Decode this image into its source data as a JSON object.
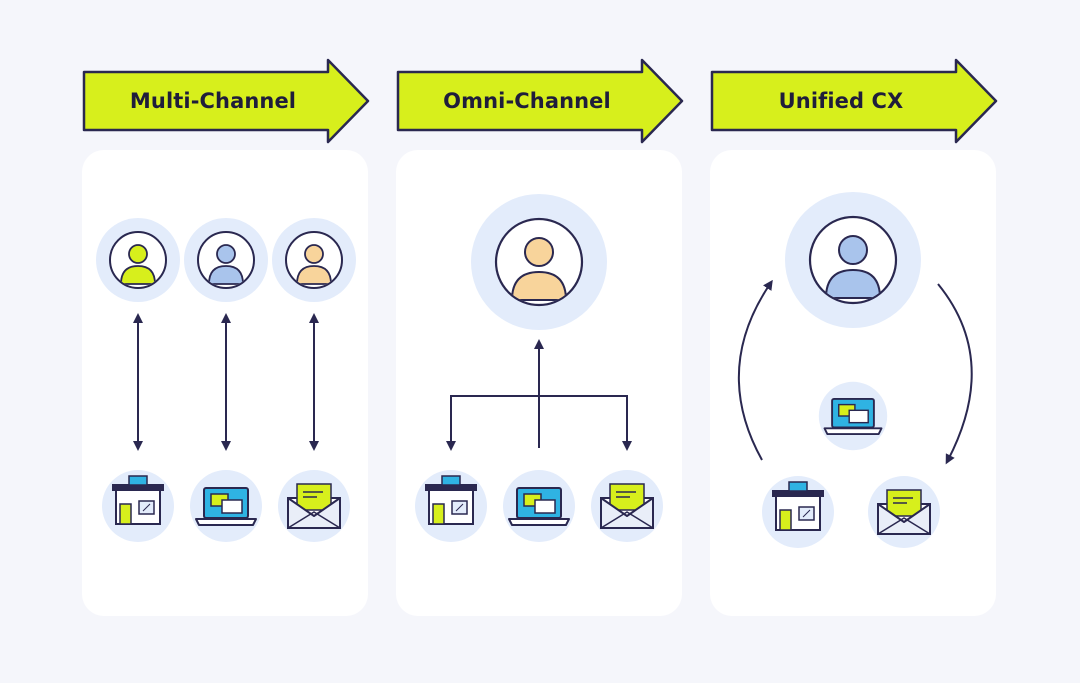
{
  "stages": [
    {
      "title": "Multi-Channel"
    },
    {
      "title": "Omni-Channel"
    },
    {
      "title": "Unified CX"
    }
  ],
  "colors": {
    "background": "#f5f6fb",
    "banner_fill": "#d7ef1c",
    "ink": "#2a2850",
    "halo": "#e3ecfb",
    "customer_green": "#d7ef1c",
    "customer_blue": "#a9c4ec",
    "customer_peach": "#f8d49b",
    "screen_blue": "#2fb3e3"
  },
  "icons": {
    "customer": "customer-icon",
    "store": "store-icon",
    "laptop": "laptop-icon",
    "email": "email-icon"
  }
}
